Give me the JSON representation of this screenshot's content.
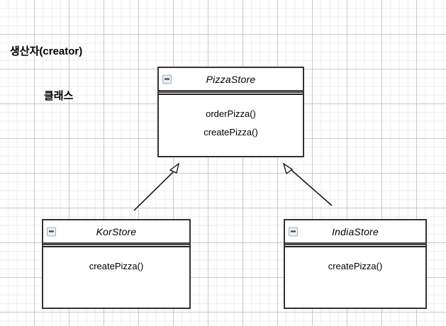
{
  "diagram": {
    "title_line_1": "생산자(creator)",
    "title_line_2": "클래스",
    "background": "#ffffff",
    "grid_major_color": "#c9c9c9",
    "grid_minor_color": "#eeeeee",
    "line_color": "#333333"
  },
  "classes": [
    {
      "id": "pizzastore",
      "name": "PizzaStore",
      "abstract": true,
      "collapse_icon": "minus-square-icon",
      "methods": [
        "orderPizza()",
        "createPizza()"
      ]
    },
    {
      "id": "korstore",
      "name": "KorStore",
      "abstract": false,
      "collapse_icon": "minus-square-icon",
      "methods": [
        "createPizza()"
      ]
    },
    {
      "id": "indiastore",
      "name": "IndiaStore",
      "abstract": false,
      "collapse_icon": "minus-square-icon",
      "methods": [
        "createPizza()"
      ]
    }
  ],
  "relationships": [
    {
      "id": "kor-to-pizzastore",
      "type": "generalization",
      "from": "KorStore",
      "to": "PizzaStore",
      "arrowhead": "hollow-triangle"
    },
    {
      "id": "india-to-pizzastore",
      "type": "generalization",
      "from": "IndiaStore",
      "to": "PizzaStore",
      "arrowhead": "hollow-triangle"
    }
  ]
}
